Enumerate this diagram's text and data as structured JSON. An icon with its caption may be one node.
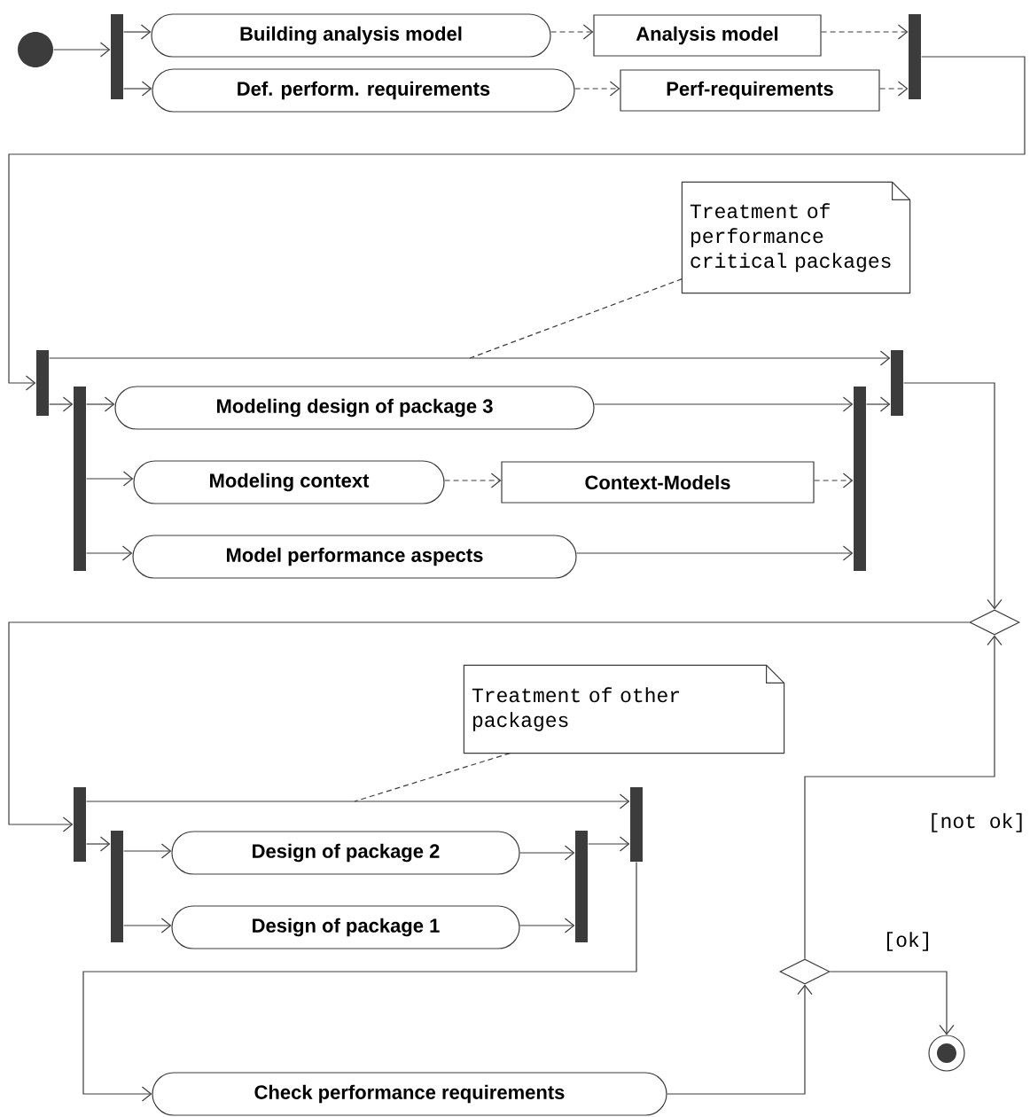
{
  "diagram": {
    "nodes": [
      {
        "text": [],
        "shape": "circle"
      },
      {
        "text": [],
        "shape": "bar"
      },
      {
        "text": [
          "Building analysis model"
        ]
      },
      {
        "text": [
          "Analysis model"
        ]
      },
      {
        "text": [
          "Def. perform. requirements"
        ]
      },
      {
        "text": [
          "Perf-requirements"
        ]
      },
      {
        "text": [],
        "shape": "bar"
      },
      {
        "text": [
          "Treatment of performance critical packages"
        ]
      },
      {
        "text": [],
        "shape": "bar"
      },
      {
        "text": [],
        "shape": "bar"
      },
      {
        "text": [
          "Modeling design of package 3"
        ]
      },
      {
        "text": [
          "Modeling context"
        ]
      },
      {
        "text": [
          "Context-Models"
        ]
      },
      {
        "text": [
          "Model performance aspects"
        ]
      },
      {
        "text": [],
        "shape": "bar"
      },
      {
        "text": [],
        "shape": "bar"
      },
      {
        "text": [],
        "shape": "diamond"
      },
      {
        "text": [
          "Treatment of other packages"
        ]
      },
      {
        "text": [],
        "shape": "bar"
      },
      {
        "text": [],
        "shape": "bar"
      },
      {
        "text": [
          "Design of package 2"
        ]
      },
      {
        "text": [
          "Design of package 1"
        ]
      },
      {
        "text": [],
        "shape": "bar"
      },
      {
        "text": [],
        "shape": "bar"
      },
      {
        "text": [
          "Check performance requirements"
        ]
      },
      {
        "text": [],
        "shape": "diamond"
      },
      {
        "text": [],
        "shape": "circle"
      }
    ],
    "edges": [
      {
        "from": 0,
        "to": 1,
        "arrow": "to"
      },
      {
        "from": 1,
        "to": 2,
        "arrow": "to"
      },
      {
        "from": 1,
        "to": 4,
        "arrow": "to"
      },
      {
        "from": 2,
        "to": 3,
        "arrow": "to",
        "style": "dashed"
      },
      {
        "from": 3,
        "to": 6,
        "arrow": "to",
        "style": "dashed"
      },
      {
        "from": 4,
        "to": 5,
        "arrow": "to",
        "style": "dashed"
      },
      {
        "from": 5,
        "to": 6,
        "arrow": "to",
        "style": "dashed"
      },
      {
        "from": 6,
        "to": 8,
        "arrow": "to"
      },
      {
        "from": 7,
        "to": null,
        "arrow": "none",
        "style": "dashed"
      },
      {
        "from": 8,
        "to": 15,
        "arrow": "to"
      },
      {
        "from": 8,
        "to": 9,
        "arrow": "to"
      },
      {
        "from": 9,
        "to": 10,
        "arrow": "to"
      },
      {
        "from": 9,
        "to": 11,
        "arrow": "to"
      },
      {
        "from": 9,
        "to": 13,
        "arrow": "to"
      },
      {
        "from": 10,
        "to": 14,
        "arrow": "to"
      },
      {
        "from": 11,
        "to": 12,
        "arrow": "to",
        "style": "dashed"
      },
      {
        "from": 12,
        "to": 14,
        "arrow": "to",
        "style": "dashed"
      },
      {
        "from": 13,
        "to": 14,
        "arrow": "to"
      },
      {
        "from": 14,
        "to": 15,
        "arrow": "to"
      },
      {
        "from": 15,
        "to": 16,
        "arrow": "to"
      },
      {
        "from": 16,
        "to": 18,
        "arrow": "to"
      },
      {
        "from": 17,
        "to": null,
        "arrow": "none",
        "style": "dashed"
      },
      {
        "from": 18,
        "to": 23,
        "arrow": "to"
      },
      {
        "from": 18,
        "to": 19,
        "arrow": "to"
      },
      {
        "from": 19,
        "to": 20,
        "arrow": "to"
      },
      {
        "from": 19,
        "to": 21,
        "arrow": "to"
      },
      {
        "from": 20,
        "to": 22,
        "arrow": "to"
      },
      {
        "from": 21,
        "to": 22,
        "arrow": "to"
      },
      {
        "from": 22,
        "to": 23,
        "arrow": "to"
      },
      {
        "from": 23,
        "to": 24,
        "arrow": "to"
      },
      {
        "from": 24,
        "to": 25,
        "arrow": "to"
      },
      {
        "from": 25,
        "to": 16,
        "arrow": "to",
        "label": "[not ok]"
      },
      {
        "from": 25,
        "to": 26,
        "arrow": "to",
        "label": "[ok]"
      }
    ]
  }
}
